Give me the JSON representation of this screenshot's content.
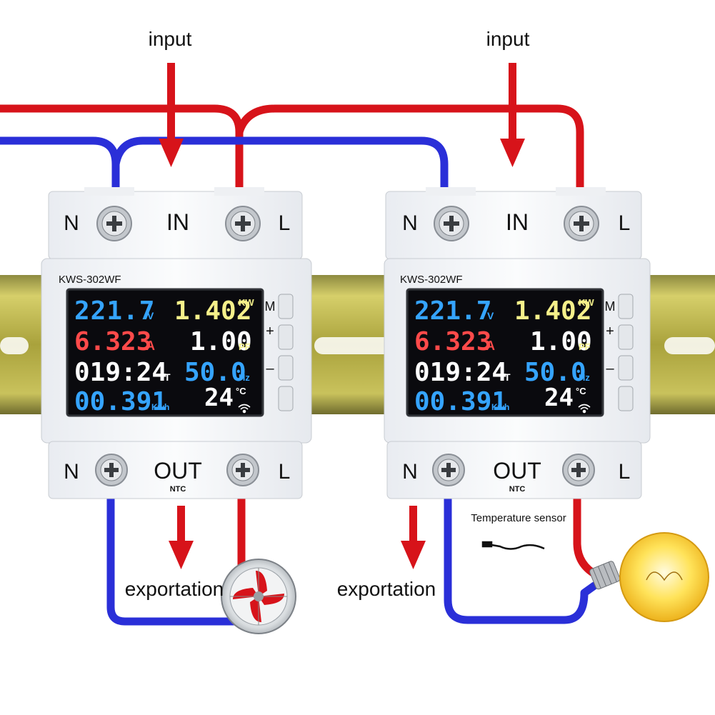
{
  "labels": {
    "input_left": "input",
    "input_right": "input",
    "export_left": "exportation",
    "export_right": "exportation",
    "temp_sensor": "Temperature sensor"
  },
  "devices": [
    {
      "model": "KWS-302WF",
      "top": {
        "n": "N",
        "mid": "IN",
        "l": "L"
      },
      "bottom": {
        "n": "N",
        "mid": "OUT",
        "l": "L",
        "ntc": "NTC"
      },
      "side": {
        "m": "M",
        "plus": "+",
        "minus": "–"
      },
      "display": {
        "voltage": "221.7",
        "voltage_unit": "V",
        "power": "1.402",
        "power_unit": "KW",
        "current": "6.323",
        "current_unit": "A",
        "pf": "1.00",
        "pf_unit": "PF",
        "time": "019:24",
        "time_unit": "T",
        "freq": "50.0",
        "freq_unit": "Hz",
        "energy": "00.391",
        "energy_unit": "Kwh",
        "temp": "24",
        "temp_unit": "°C"
      }
    },
    {
      "model": "KWS-302WF",
      "top": {
        "n": "N",
        "mid": "IN",
        "l": "L"
      },
      "bottom": {
        "n": "N",
        "mid": "OUT",
        "l": "L",
        "ntc": "NTC"
      },
      "side": {
        "m": "M",
        "plus": "+",
        "minus": "–"
      },
      "display": {
        "voltage": "221.7",
        "voltage_unit": "V",
        "power": "1.402",
        "power_unit": "KW",
        "current": "6.323",
        "current_unit": "A",
        "pf": "1.00",
        "pf_unit": "PF",
        "time": "019:24",
        "time_unit": "T",
        "freq": "50.0",
        "freq_unit": "Hz",
        "energy": "00.391",
        "energy_unit": "Kwh",
        "temp": "24",
        "temp_unit": "°C"
      }
    }
  ],
  "colors": {
    "live_wire": "#d7131a",
    "neutral_wire": "#2a2fd8",
    "arrow": "#d7131a",
    "rail": "#b8a838",
    "lcd_blue": "#35a4ff",
    "lcd_yellow": "#f5f08a",
    "lcd_red": "#ff4a4a",
    "lcd_white": "#ffffff"
  }
}
